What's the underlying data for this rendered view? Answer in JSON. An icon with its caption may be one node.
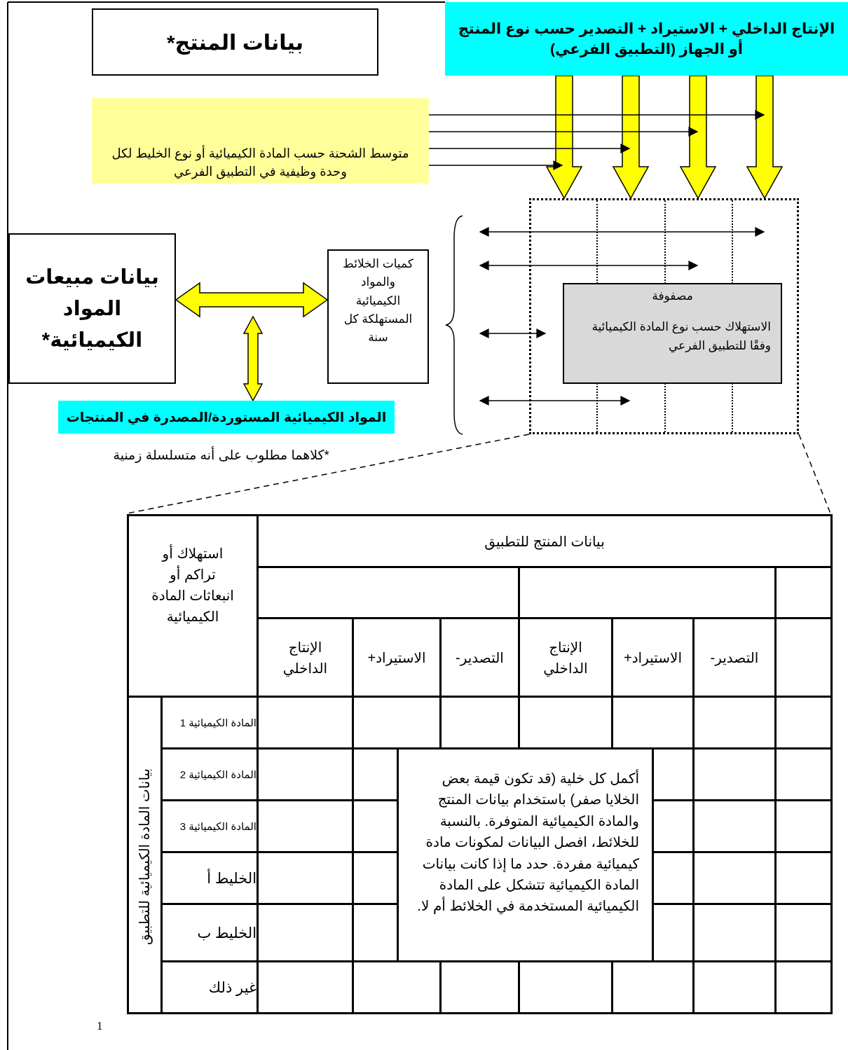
{
  "diagram": {
    "nodes": [
      {
        "text": [
          "بيانات المنتج*"
        ]
      },
      {
        "text": [
          "الإنتاج الداخلي + الاستيراد + التصدير حسب نوع المنتج أو الجهاز (التطبيق الفرعي)"
        ]
      },
      {
        "text": [
          "متوسط الشحنة حسب المادة الكيميائية أو نوع الخليط لكل وحدة وظيفية في التطبيق الفرعي"
        ]
      },
      {
        "text": [
          "بيانات مبيعات المواد الكيميائية*"
        ]
      },
      {
        "text": [
          "كميات الخلائط والمواد الكيميائية المستهلكة كل سنة"
        ]
      },
      {
        "text": [],
        "shape": "box"
      },
      {
        "text": [
          "مصفوفة",
          "الاستهلاك حسب نوع المادة الكيميائية وفقًا للتطبيق الفرعي"
        ],
        "in": 5
      },
      {
        "text": [
          "المواد الكيميائية المستوردة/المصدرة في المنتجات"
        ]
      }
    ],
    "edges": [
      {
        "from": 1,
        "to": 5,
        "arrow": "to",
        "style": "thick",
        "color": "#ffff00"
      },
      {
        "from": 1,
        "to": 5,
        "arrow": "to",
        "style": "thick",
        "color": "#ffff00"
      },
      {
        "from": 1,
        "to": 5,
        "arrow": "to",
        "style": "thick",
        "color": "#ffff00"
      },
      {
        "from": 1,
        "to": 5,
        "arrow": "to",
        "style": "thick",
        "color": "#ffff00"
      },
      {
        "from": 2,
        "to": null,
        "arrow": "to",
        "color": "#000000"
      },
      {
        "from": 2,
        "to": null,
        "arrow": "to",
        "color": "#000000"
      },
      {
        "from": 2,
        "to": null,
        "arrow": "to",
        "color": "#000000"
      },
      {
        "from": 2,
        "to": null,
        "arrow": "to",
        "color": "#000000"
      },
      {
        "from": 3,
        "to": 4,
        "arrow": "both",
        "style": "thick",
        "color": "#ffff00"
      },
      {
        "from": null,
        "to": 7,
        "arrow": "both",
        "style": "thick",
        "color": "#ffff00"
      },
      {
        "from": 4,
        "to": null,
        "arrow": "both",
        "color": "#000000"
      },
      {
        "from": 4,
        "to": 6,
        "arrow": "both",
        "color": "#000000"
      },
      {
        "from": 4,
        "to": 6,
        "arrow": "both",
        "color": "#000000"
      },
      {
        "from": 4,
        "to": 6,
        "arrow": "both",
        "color": "#000000"
      }
    ],
    "labels": [
      "*كلاهما مطلوب على أنه متسلسلة زمنية",
      "استهلاك أو تراكم أو انبعاثات المادة الكيميائية",
      "بيانات المنتج للتطبيق",
      "-التصدير",
      "+الاستيراد",
      "الإنتاج الداخلي",
      "-التصدير",
      "+الاستيراد",
      "الإنتاج الداخلي",
      "بيانات المادة الكيميائية للتطبيق",
      "المادة الكيميائية 1",
      "المادة الكيميائية 2",
      "المادة الكيميائية 3",
      "الخليط أ",
      "الخليط ب",
      "غير ذلك",
      "أكمل كل خلية (قد تكون قيمة بعض الخلايا صفر) باستخدام بيانات المنتج والمادة الكيميائية المتوفرة. بالنسبة للخلائط، افصل البيانات لمكونات مادة كيميائية مفردة. حدد ما إذا كانت بيانات المادة الكيميائية تتشكل على المادة الكيميائية المستخدمة في الخلائط أم لا.",
      "1"
    ]
  }
}
